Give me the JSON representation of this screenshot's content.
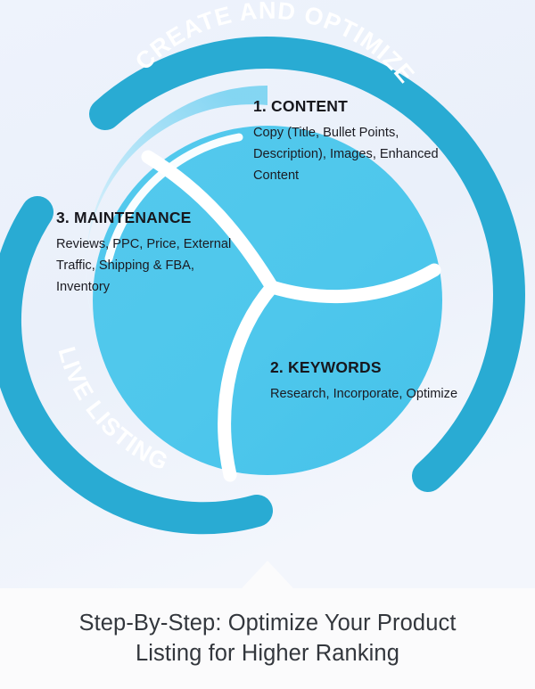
{
  "colors": {
    "background": "#eef3fb",
    "ring_dark": "#29abd3",
    "circle_main": "#4fc8ec",
    "crescent_light": "#aee5f8",
    "divider_white": "#ffffff",
    "caption_band": "#fbfbfc",
    "text_dark": "#17171d",
    "arc_text": "#ffffff"
  },
  "diagram": {
    "type": "circular-cycle-infographic",
    "arc_labels": [
      {
        "id": "create-and-optimize",
        "text": "CREATE AND OPTIMIZE"
      },
      {
        "id": "live-listing",
        "text": "LIVE LISTING"
      }
    ],
    "segments": [
      {
        "id": "content",
        "number": "1.",
        "title": "1. CONTENT",
        "body": "Copy (Title, Bullet Points, Description), Images, Enhanced Content"
      },
      {
        "id": "keywords",
        "number": "2.",
        "title": "2. KEYWORDS",
        "body": "Research, Incorporate, Optimize"
      },
      {
        "id": "maintenance",
        "number": "3.",
        "title": "3. MAINTENANCE",
        "body": "Reviews, PPC, Price, External Traffic, Shipping & FBA, Inventory"
      }
    ]
  },
  "caption": {
    "line1": "Step-By-Step: Optimize Your Product",
    "line2": "Listing for Higher Ranking"
  }
}
